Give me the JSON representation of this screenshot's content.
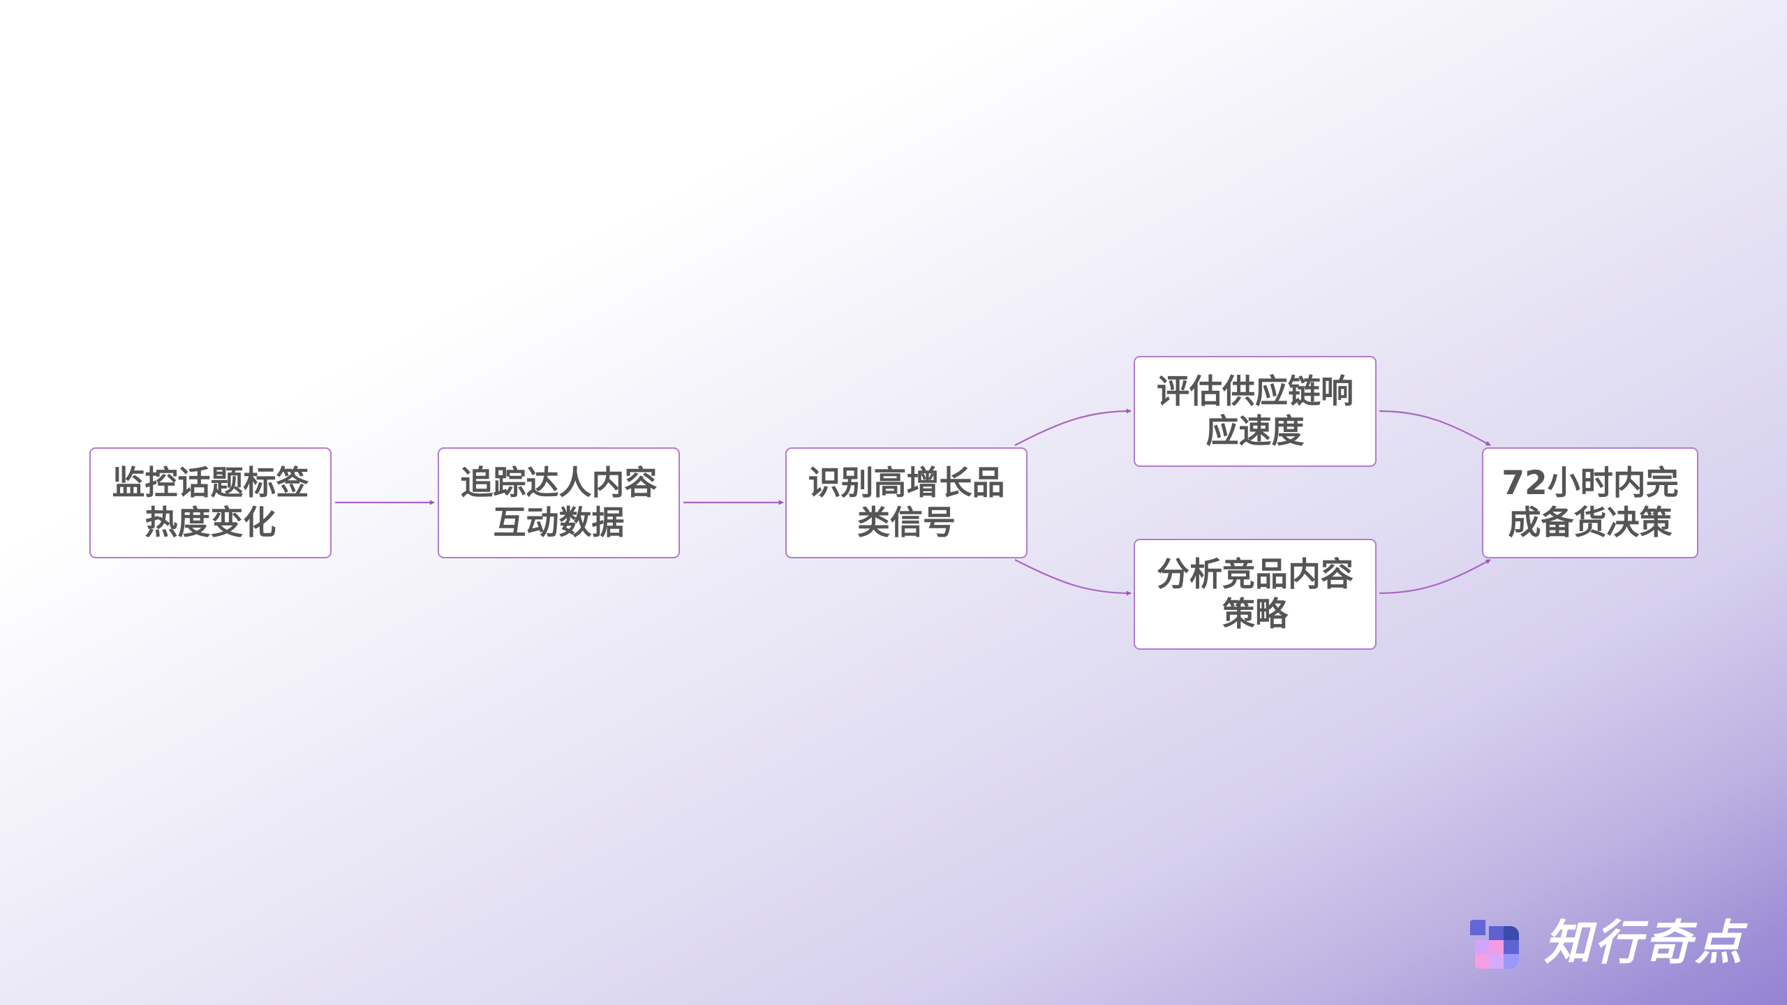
{
  "diagram": {
    "type": "flowchart",
    "direction": "left-to-right",
    "nodes": [
      {
        "id": "n1",
        "label": "监控话题标签\n热度变化"
      },
      {
        "id": "n2",
        "label": "追踪达人内容\n互动数据"
      },
      {
        "id": "n3",
        "label": "识别高增长品\n类信号"
      },
      {
        "id": "n4",
        "label": "评估供应链响\n应速度"
      },
      {
        "id": "n5",
        "label": "分析竞品内容\n策略"
      },
      {
        "id": "n6",
        "label": "72小时内完\n成备货决策"
      }
    ],
    "edges": [
      {
        "from": "n1",
        "to": "n2"
      },
      {
        "from": "n2",
        "to": "n3"
      },
      {
        "from": "n3",
        "to": "n4"
      },
      {
        "from": "n3",
        "to": "n5"
      },
      {
        "from": "n4",
        "to": "n6"
      },
      {
        "from": "n5",
        "to": "n6"
      }
    ]
  },
  "brand": {
    "name": "知行奇点",
    "icon": "pixel-grid-logo-icon"
  },
  "colors": {
    "node_border": "#b07ccc",
    "edge": "#9b59b6",
    "node_text": "#555555",
    "background_end": "#9384d3"
  }
}
